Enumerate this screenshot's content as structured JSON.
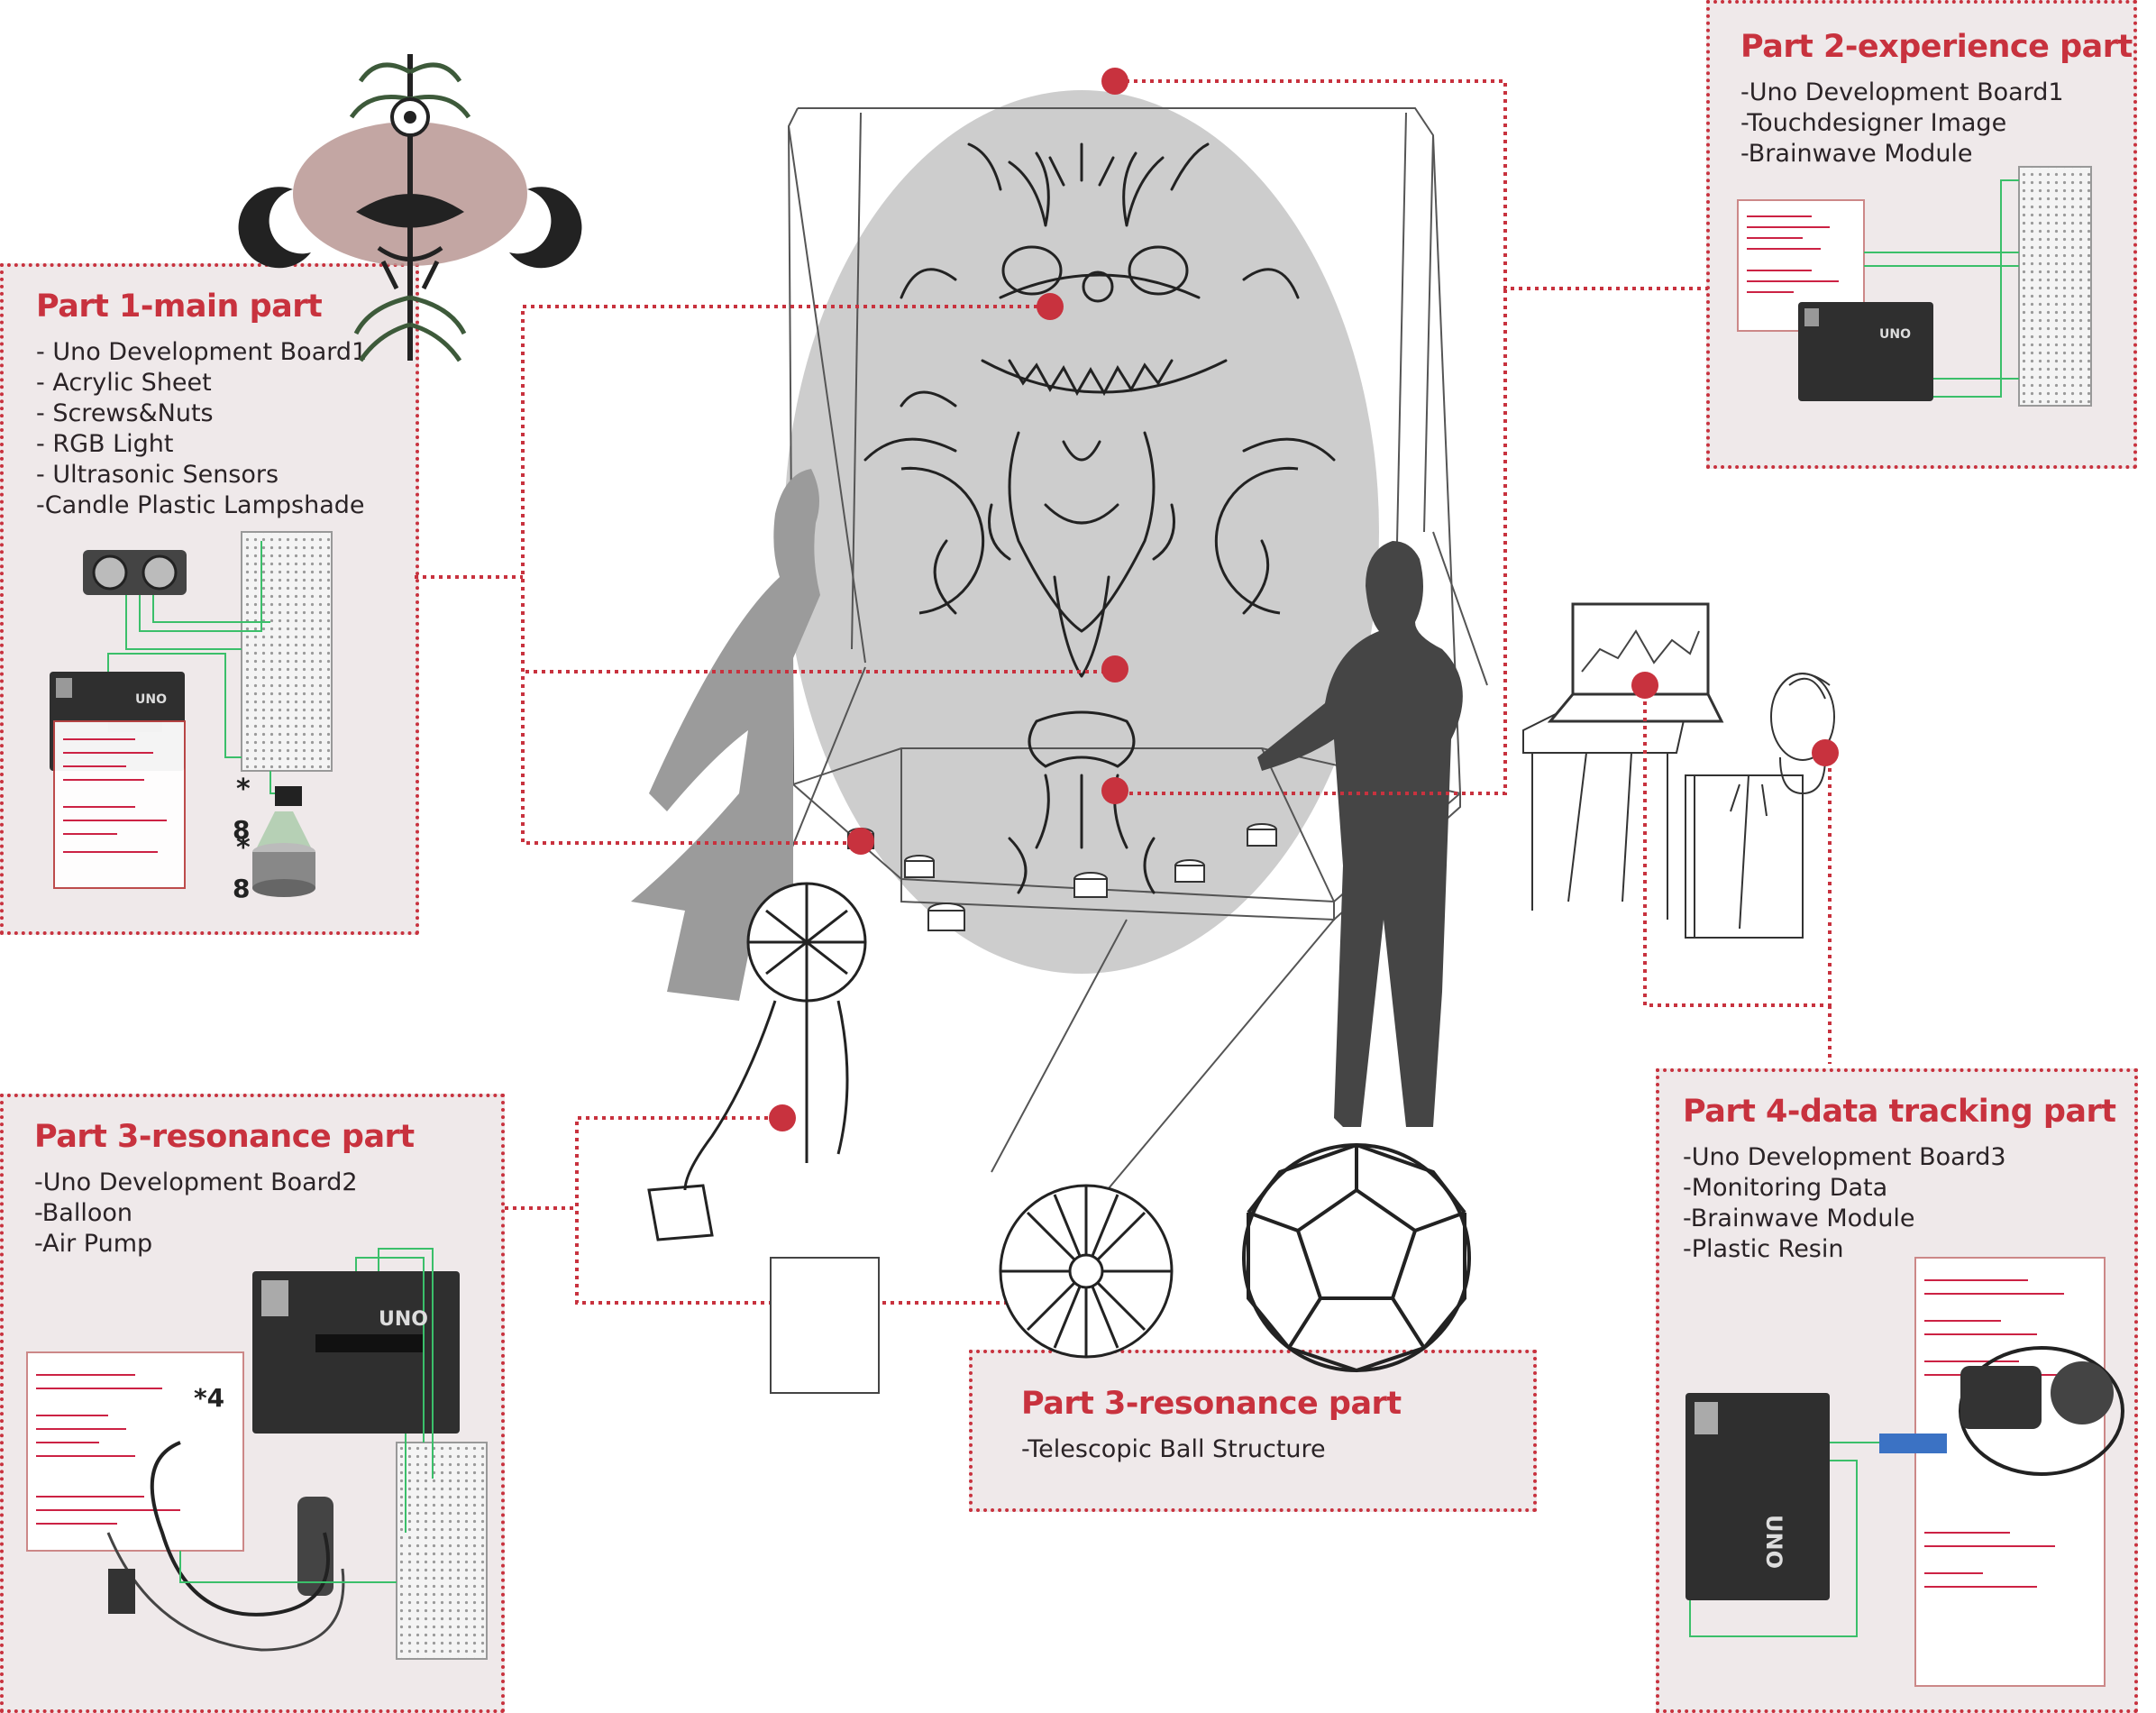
{
  "accent_color": "#c8323e",
  "panel_color": "#efe9ea",
  "parts": [
    {
      "id": "part1",
      "title": "Part 1-main part",
      "items": [
        "- Uno Development Board1",
        "- Acrylic Sheet",
        "- Screws&Nuts",
        "- RGB Light",
        "- Ultrasonic Sensors",
        "-Candle Plastic Lampshade"
      ]
    },
    {
      "id": "part2",
      "title": "Part 2-experience part",
      "items": [
        "-Uno Development Board1",
        "-Touchdesigner Image",
        "-Brainwave Module"
      ]
    },
    {
      "id": "part3a",
      "title": "Part 3-resonance part",
      "items": [
        "-Uno Development Board2",
        "-Balloon",
        "-Air Pump"
      ]
    },
    {
      "id": "part3b",
      "title": "Part 3-resonance part",
      "items": [
        "-Telescopic Ball Structure"
      ]
    },
    {
      "id": "part4",
      "title": "Part 4-data tracking part",
      "items": [
        "-Uno Development Board3",
        "-Monitoring Data",
        "-Brainwave Module",
        "-Plastic Resin"
      ]
    }
  ],
  "board_label": "UNO",
  "annotations": {
    "multiplier_8": "8",
    "multiplier_4": "*4",
    "asterisk": "*"
  },
  "icons": {
    "emblem": "ornamental-emblem-icon",
    "marker": "red-dot-marker-icon",
    "board": "arduino-board-icon",
    "breadboard": "breadboard-icon",
    "sensor": "ultrasonic-sensor-icon",
    "candle": "candle-icon",
    "pump": "air-pump-icon",
    "laptop": "laptop-icon",
    "head": "brainwave-headset-icon",
    "ball": "telescopic-ball-icon"
  }
}
